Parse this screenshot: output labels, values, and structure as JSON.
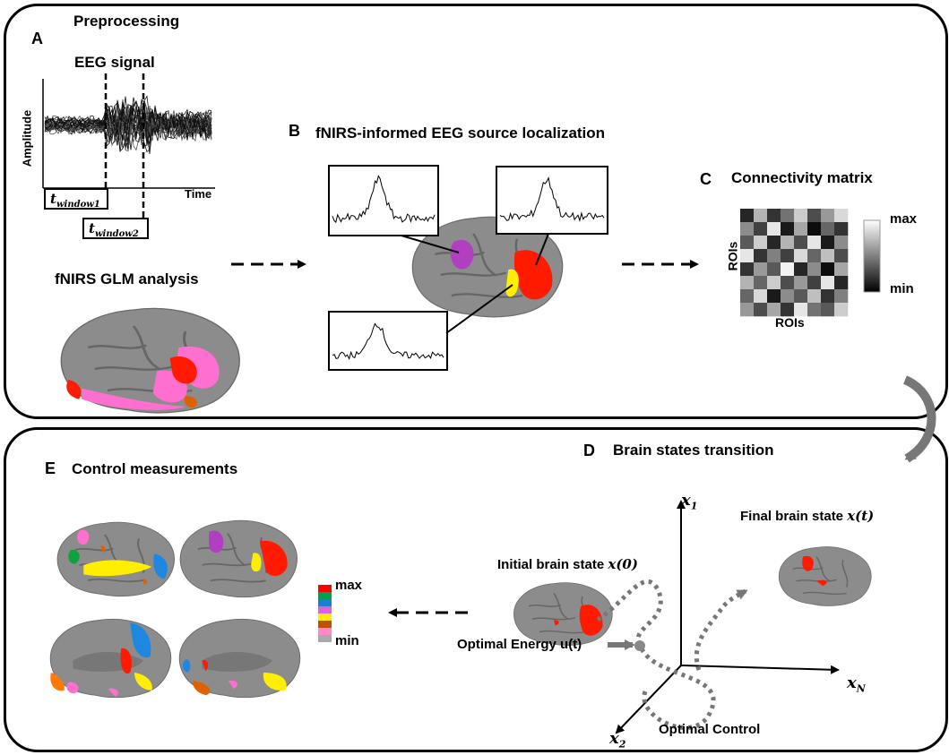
{
  "panel_a": {
    "letter": "A",
    "title": "Preprocessing",
    "eeg_title": "EEG  signal",
    "ylabel": "Amplitude",
    "xlabel": "Time",
    "window1": "t",
    "window1_sub": "window1",
    "window2": "t",
    "window2_sub": "window2",
    "glm_title": "fNIRS GLM analysis"
  },
  "panel_b": {
    "letter": "B",
    "title": "fNIRS-informed EEG source localization"
  },
  "panel_c": {
    "letter": "C",
    "title": "Connectivity matrix",
    "ylabel": "ROIs",
    "xlabel": "ROIs",
    "scale_max": "max",
    "scale_min": "min",
    "matrix": [
      [
        0.15,
        0.7,
        0.2,
        0.45,
        0.8,
        0.3,
        0.6,
        0.85
      ],
      [
        0.55,
        0.25,
        0.9,
        0.1,
        0.65,
        0.05,
        0.4,
        0.2
      ],
      [
        0.35,
        0.8,
        0.15,
        0.7,
        0.3,
        0.9,
        0.1,
        0.55
      ],
      [
        0.9,
        0.2,
        0.5,
        0.25,
        0.85,
        0.4,
        0.75,
        0.3
      ],
      [
        0.2,
        0.6,
        0.35,
        0.95,
        0.15,
        0.55,
        0.05,
        0.65
      ],
      [
        0.7,
        0.4,
        0.8,
        0.3,
        0.6,
        0.25,
        0.9,
        0.15
      ],
      [
        0.4,
        0.85,
        0.1,
        0.55,
        0.35,
        0.75,
        0.2,
        0.5
      ],
      [
        0.6,
        0.3,
        0.65,
        0.2,
        0.9,
        0.45,
        0.35,
        0.8
      ]
    ]
  },
  "panel_d": {
    "letter": "D",
    "title": "Brain states transition",
    "final_label": "Final brain state ",
    "final_math": "x(t)",
    "initial_label": "Initial brain state ",
    "initial_math": "x(0)",
    "energy_label": "Optimal Energy u(t)",
    "control_label": "Optimal Control",
    "axis_x1": "x",
    "axis_x1_sub": "1",
    "axis_x2": "x",
    "axis_x2_sub": "2",
    "axis_xn": "x",
    "axis_xn_sub": "N"
  },
  "panel_e": {
    "letter": "E",
    "title": "Control measurements",
    "scale_max": "max",
    "scale_min": "min",
    "scale_colors": [
      "#ff0000",
      "#00a050",
      "#1a7fd6",
      "#e060e0",
      "#ffee00",
      "#c05000",
      "#ff88c8",
      "#aaaaaa"
    ]
  },
  "colors": {
    "brain": "#8c8c8c",
    "red": "#ff1a00",
    "pink": "#ff6fcf",
    "purple": "#b040c0",
    "yellow": "#ffee00",
    "orange": "#e06000",
    "blue": "#1e88e0",
    "green": "#10a040",
    "arrow_gray": "#7a7a7a"
  }
}
